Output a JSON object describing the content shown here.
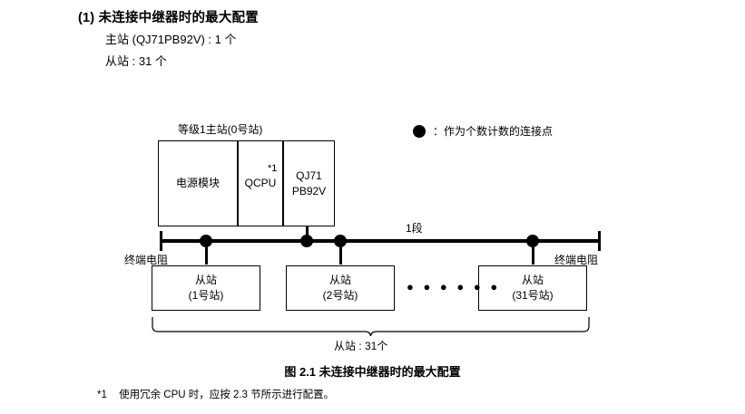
{
  "heading": {
    "title": "(1) 未连接中继器时的最大配置",
    "spec_master": "主站 (QJ71PB92V) : 1 个",
    "spec_slave": "从站 : 31 个"
  },
  "diagram": {
    "master_group_label": "等级1主站(0号站)",
    "units": [
      {
        "name": "power-module",
        "label": "电源模块"
      },
      {
        "name": "qcpu",
        "label": "QCPU"
      },
      {
        "name": "pb92v",
        "label": "QJ71\nPB92V"
      }
    ],
    "asterisk_note": "*1",
    "segment_label": "1段",
    "terminator_left": "终端电阻",
    "terminator_right": "终端电阻",
    "slaves": [
      {
        "title": "从站",
        "sub": "(1号站)"
      },
      {
        "title": "从站",
        "sub": "(2号站)"
      },
      {
        "title": "从站",
        "sub": "(31号站)"
      }
    ],
    "ellipsis": "● ● ● ● ● ●",
    "brace_label": "从站 : 31个",
    "legend": {
      "symbol": "filled-circle",
      "text": "：作为个数计数的连接点"
    }
  },
  "figure_caption": "图 2.1  未连接中继器时的最大配置",
  "footnote": {
    "mark": "*1",
    "text": "使用冗余 CPU 时，应按 2.3 节所示进行配置。"
  }
}
